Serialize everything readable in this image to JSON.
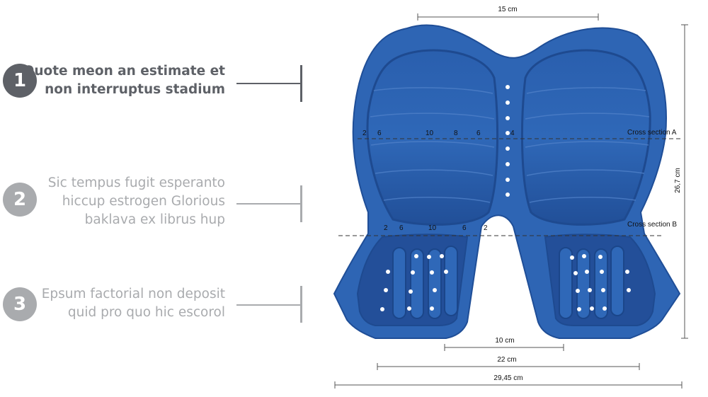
{
  "steps": [
    {
      "number": "1",
      "text": "Quote meon an estimate et\nnon interruptus stadium"
    },
    {
      "number": "2",
      "text": "Sic tempus fugit esperanto\nhiccup estrogen Glorious\nbaklava ex librus hup"
    },
    {
      "number": "3",
      "text": "Epsum factorial non deposit\nquid pro quo hic escorol"
    }
  ],
  "dimensions": {
    "top_width": "15 cm",
    "height": "26,7 cm",
    "inner_width": "10 cm",
    "mid_width": "22 cm",
    "total_width": "29,45 cm"
  },
  "cross_sections": {
    "a_label": "Cross section A",
    "b_label": "Cross section B",
    "a_numbers": [
      "2",
      "6",
      "10",
      "8",
      "6",
      "4"
    ],
    "b_numbers": [
      "2",
      "6",
      "10",
      "6",
      "2"
    ]
  },
  "colors": {
    "mold_blue": "#2e65b4",
    "mold_dark": "#1f4e97",
    "text_dark": "#5e6167",
    "text_light": "#a9abae"
  }
}
